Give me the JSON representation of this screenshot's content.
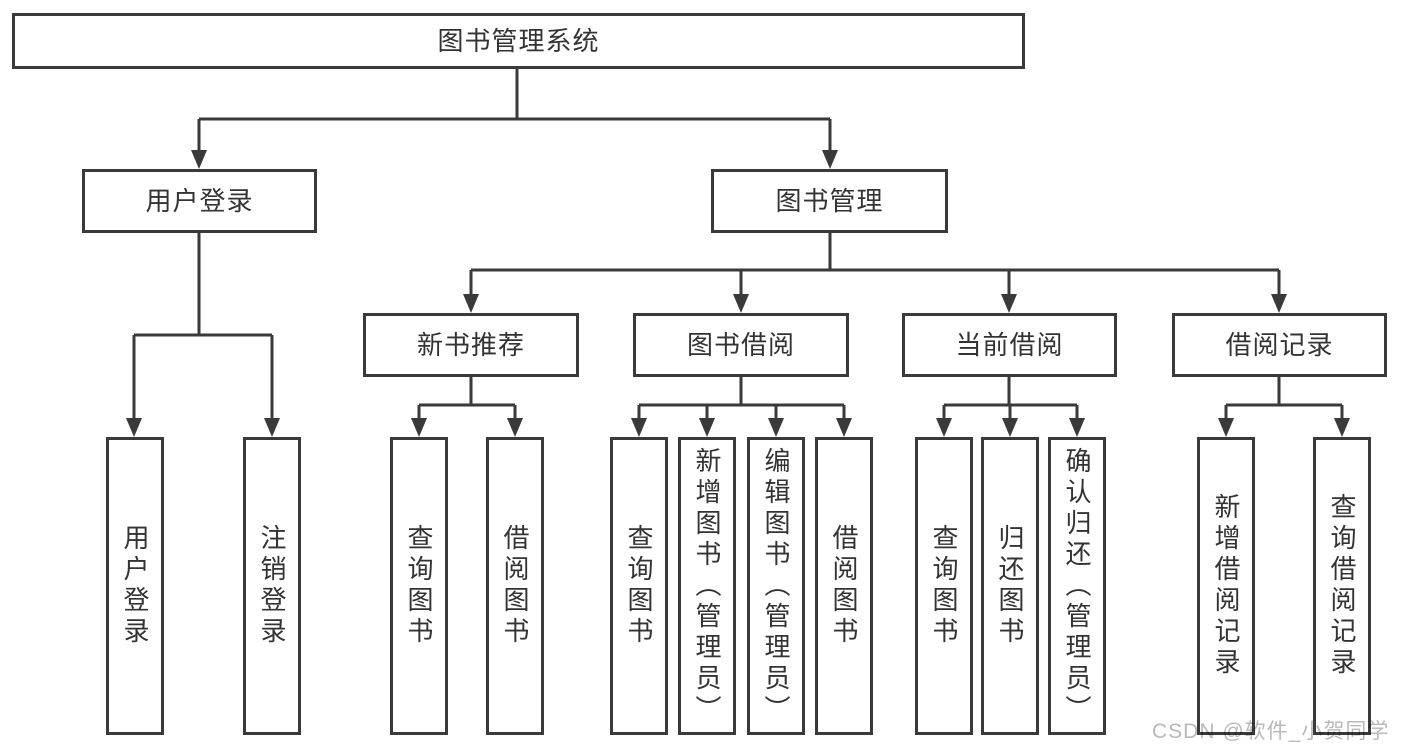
{
  "nodes": {
    "root": "图书管理系统",
    "user_login": "用户登录",
    "book_mgmt": "图书管理",
    "new_book_rec": "新书推荐",
    "book_borrow": "图书借阅",
    "current_borrow": "当前借阅",
    "borrow_records": "借阅记录",
    "leaf_user_login": "用户登录",
    "leaf_logout": "注销登录",
    "leaf_query_book_1": "查询图书",
    "leaf_borrow_book_1": "借阅图书",
    "leaf_query_book_2": "查询图书",
    "leaf_add_book_admin": "新增图书（管理员）",
    "leaf_edit_book_admin": "编辑图书（管理员）",
    "leaf_borrow_book_2": "借阅图书",
    "leaf_query_book_3": "查询图书",
    "leaf_return_book": "归还图书",
    "leaf_confirm_return_admin": "确认归还（管理员）",
    "leaf_add_borrow_record": "新增借阅记录",
    "leaf_query_borrow_record": "查询借阅记录"
  },
  "hierarchy": {
    "图书管理系统": [
      "用户登录",
      "图书管理"
    ],
    "用户登录": [
      "用户登录",
      "注销登录"
    ],
    "图书管理": [
      "新书推荐",
      "图书借阅",
      "当前借阅",
      "借阅记录"
    ],
    "新书推荐": [
      "查询图书",
      "借阅图书"
    ],
    "图书借阅": [
      "查询图书",
      "新增图书（管理员）",
      "编辑图书（管理员）",
      "借阅图书"
    ],
    "当前借阅": [
      "查询图书",
      "归还图书",
      "确认归还（管理员）"
    ],
    "借阅记录": [
      "新增借阅记录",
      "查询借阅记录"
    ]
  },
  "watermark": {
    "text": "CSDN @软件_小贺同学",
    "color": "#b9b9b9"
  },
  "colors": {
    "line": "#3a3a3a",
    "border": "#3a3a3a",
    "text": "#333333",
    "background": "#ffffff"
  }
}
